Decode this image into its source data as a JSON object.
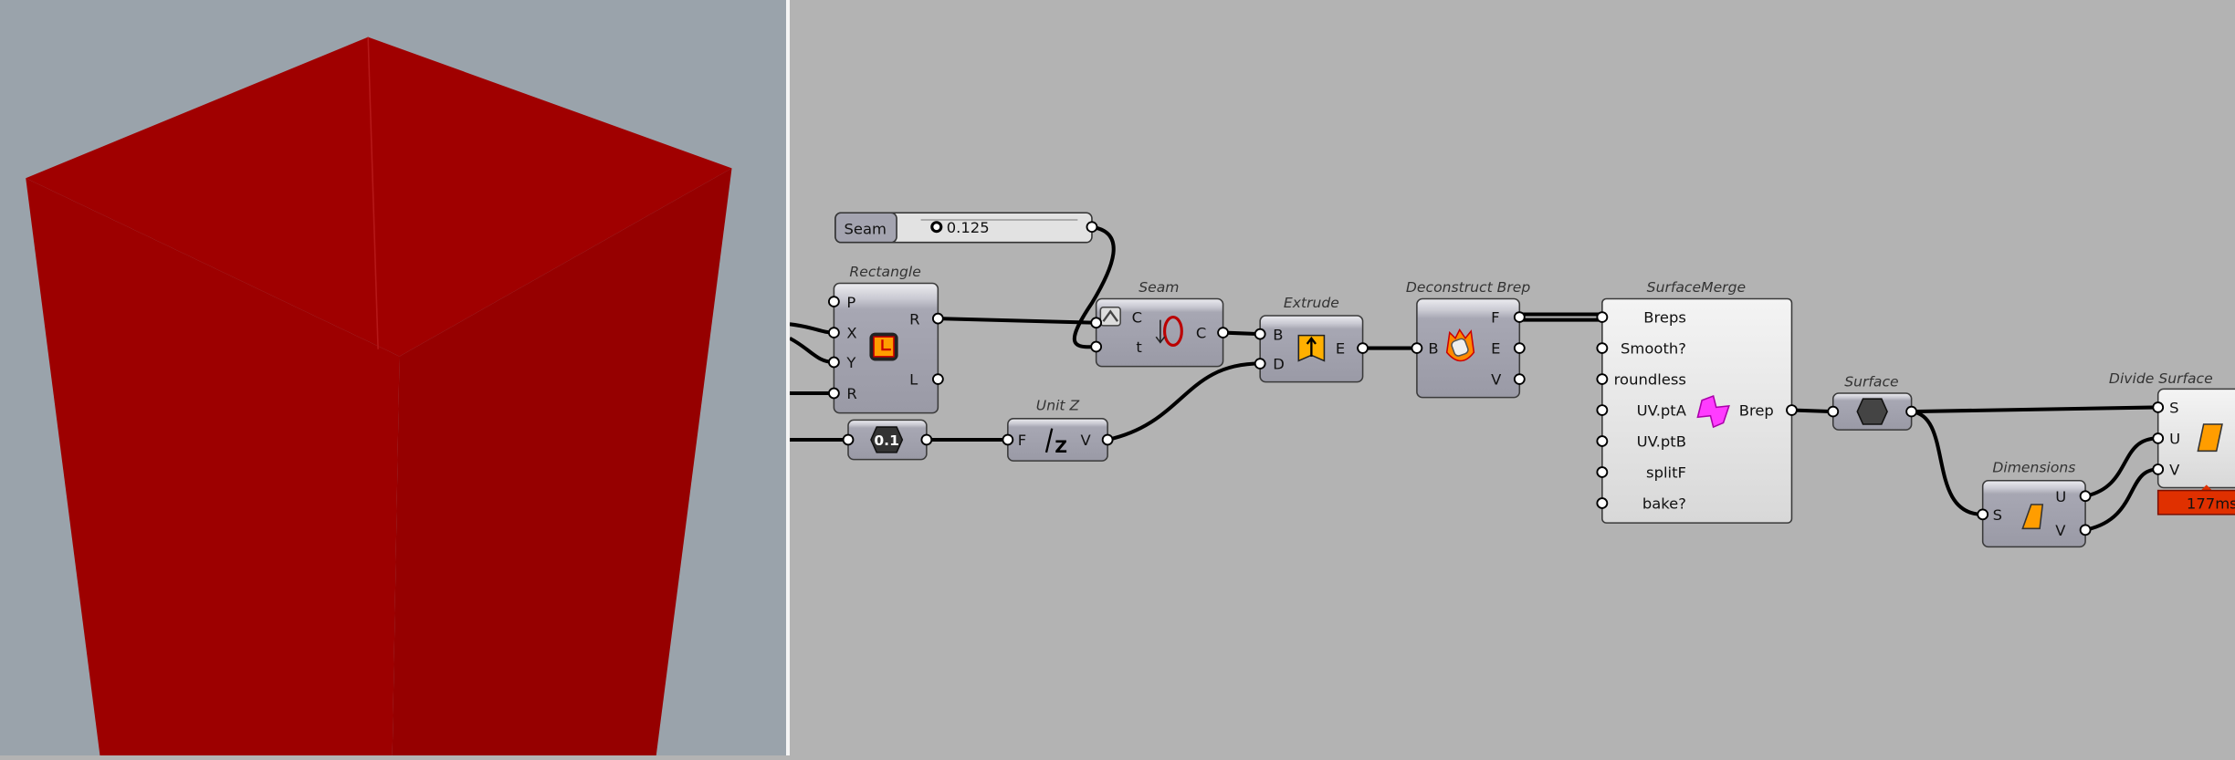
{
  "viewport": {
    "object_color": "#9b0000",
    "background": "#9aa3ab"
  },
  "canvas": {
    "slider": {
      "label": "Seam",
      "value": "0.125"
    },
    "rectangle": {
      "title": "Rectangle",
      "inputs": [
        "P",
        "X",
        "Y",
        "R"
      ],
      "outputs": [
        "R",
        "L"
      ]
    },
    "seam": {
      "title": "Seam",
      "inputs": [
        "C",
        "t"
      ],
      "outputs": [
        "C"
      ]
    },
    "extrude": {
      "title": "Extrude",
      "inputs": [
        "B",
        "D"
      ],
      "outputs": [
        "E"
      ]
    },
    "number": {
      "value": "0.1"
    },
    "unit_z": {
      "title": "Unit Z",
      "inputs": [
        "F"
      ],
      "outputs": [
        "V"
      ]
    },
    "deconstruct_brep": {
      "title": "Deconstruct Brep",
      "inputs": [
        "B"
      ],
      "outputs": [
        "F",
        "E",
        "V"
      ]
    },
    "surface_merge": {
      "title": "SurfaceMerge",
      "inputs": [
        "Breps",
        "Smooth?",
        "roundless",
        "UV.ptA",
        "UV.ptB",
        "splitF",
        "bake?"
      ],
      "outputs": [
        "Brep"
      ]
    },
    "surface": {
      "title": "Surface"
    },
    "dimensions": {
      "title": "Dimensions",
      "inputs": [
        "S"
      ],
      "outputs": [
        "U",
        "V"
      ]
    },
    "divide_surface": {
      "title": "Divide Surface",
      "inputs": [
        "S",
        "U",
        "V"
      ],
      "timing": "177ms"
    }
  }
}
